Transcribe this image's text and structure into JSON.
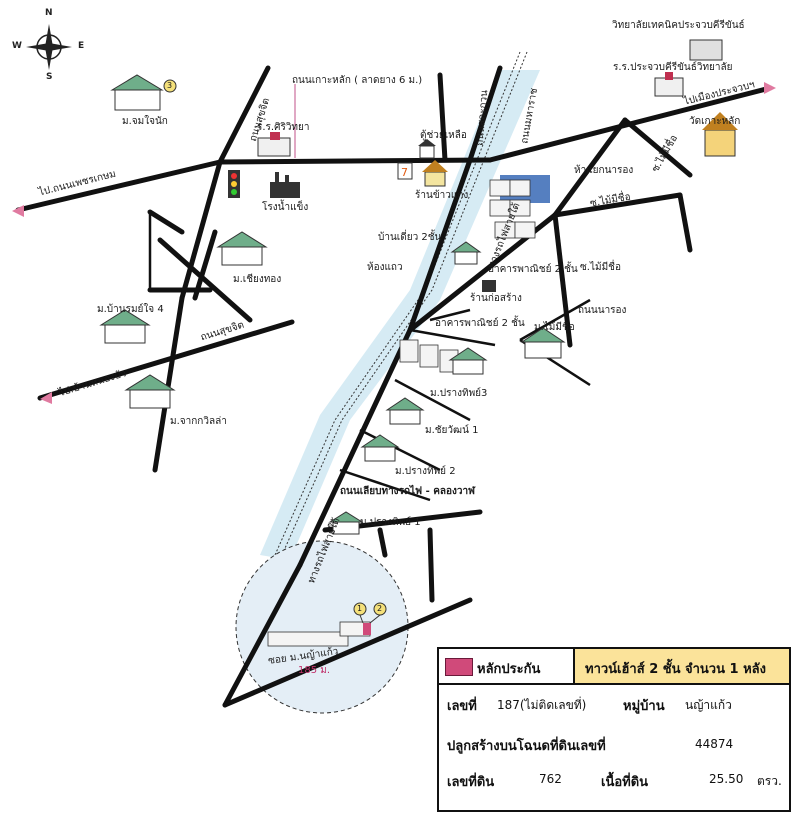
{
  "compass": {
    "n": "N",
    "s": "S",
    "e": "E",
    "w": "W"
  },
  "labels": {
    "main_road": "ถนนเกาะหลัก ( ลาดยาง 6 ม.)",
    "to_petchkasem": "ไป.ถนนเพชรเกษม",
    "to_prachuap": "ไปเมืองประจวบฯ",
    "to_ban_nong_bua": "ไป.บ้านหนองบัว",
    "thanon_suksit_1": "ถนนสุขจิต",
    "thanon_suksit_2": "ถนนสุขจิต",
    "thanon_maharat": "ถนนมหาราช",
    "thanon_salakwan": "ถนนสละกวน",
    "moo_jomtanu": "ม.จมใจนัก",
    "rr_sirivitaya": "ร.ร.ศิริวิทยา",
    "ice_factory": "โรงน้ำแข็ง",
    "moo_chiangthong": "ม.เชียงทอง",
    "moo_bannamchai": "ม.บ้านรมย์ใจ 4",
    "moo_chakkawila": "ม.จากกวิลล่า",
    "tech_college": "วิทยาลัยเทคนิคประจวบคีรีขันธ์",
    "rr_prachuap": "ร.ร.ประจวบคีรีขันธ์วิทยาลัย",
    "wat_koh_lak": "วัดเกาะหลัก",
    "sor_maimisue_1": "ซ.ไม้มีชื่อ",
    "sor_maimisue_2": "ซ.ไม้มีชื่อ",
    "sor_maimisue_3": "ซ.ไม้มีชื่อ",
    "ha_yaek_narong": "ห้าแยกนารอง",
    "thanon_narong": "ถนนนารอง",
    "moo_maimisue": "ม.ไม้มีชื่อ",
    "police_box": "ตู้ช่วยเหลือ",
    "ransanae": "ร้านข้าวแกง",
    "ban_diao": "บ้านเดี่ยว 2ชั้น",
    "hong_kaeo": "ห้องแถว",
    "railway_1": "ทางรถไฟสายใต้",
    "railway_2": "ทางรถไฟสายใต้",
    "commercial_1": "อาคารพาณิชย์ 2 ชั้น",
    "construction_shop": "ร้านก่อสร้าง",
    "commercial_2": "อาคารพาณิชย์ 2 ชั้น",
    "moo_prangthip3": "ม.ปรางทิพย์3",
    "moo_chaiwat1": "ม.ชัยวัฒน์ 1",
    "moo_prangthip2": "ม.ปรางทิพย์ 2",
    "rail_side_road": "ถนนเลียบทางรถไฟ - คลองวาฬ",
    "moo_prangthip1": "ม.ปรางทิพย์ 1",
    "soi_label": "ซอย ม.นญ้าแก้ว",
    "distance": "185 ม.",
    "marker_1": "1",
    "marker_2": "2",
    "marker_3": "3"
  },
  "panel": {
    "legend": "หลักประกัน",
    "title": "ทาวน์เฮ้าส์ 2 ชั้น จำนวน 1 หลัง",
    "house_no_label": "เลขที่",
    "house_no_value": "187(ไม่ติดเลขที่)",
    "village_label": "หมู่บ้าน",
    "village_value": "นญ้าแก้ว",
    "deed_label": "ปลูกสร้างบนโฉนดที่ดินเลขที่",
    "deed_value": "44874",
    "land_no_label": "เลขที่ดิน",
    "land_no_value": "762",
    "area_label": "เนื้อที่ดิน",
    "area_value": "25.50",
    "area_unit": "ตรว."
  },
  "colors": {
    "road": "#111111",
    "railway_band": "#cfe7f2",
    "collateral": "#d04a7a",
    "title_bg": "#fbe39a",
    "arrow_pink": "#e07aa0",
    "highlight_blue": "#2a5fb0",
    "zoom_circle": "#e4eef6"
  }
}
